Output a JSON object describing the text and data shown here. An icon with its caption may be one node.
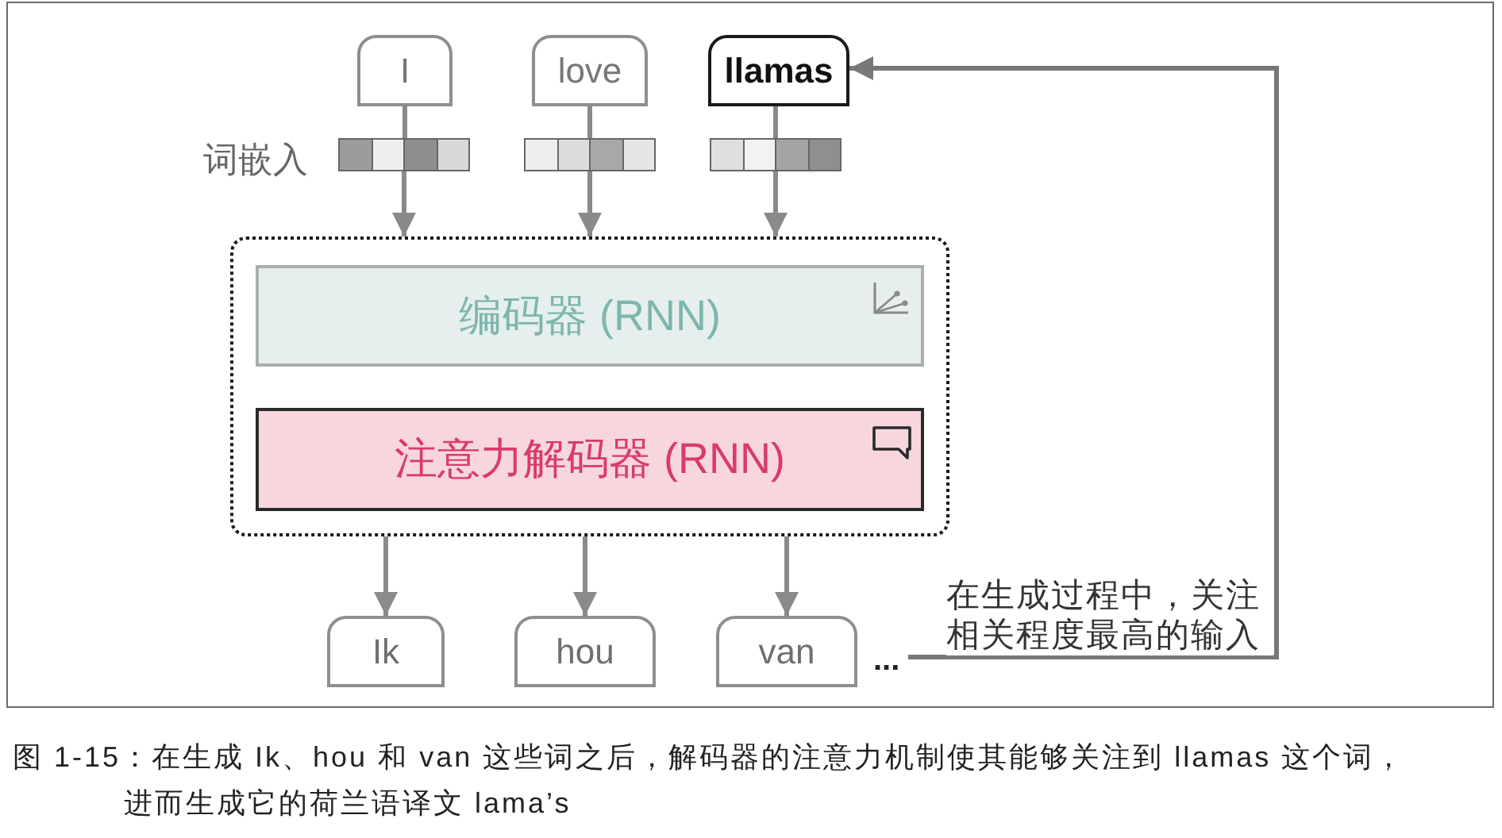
{
  "diagram": {
    "caption": "图 1-15：在生成 Ik、hou 和 van 这些词之后，解码器的注意力机制使其能够关注到 llamas 这个词，进而生成它的荷兰语译文 lama’s",
    "nodes": [
      {
        "text": [
          "I"
        ]
      },
      {
        "text": [
          "love"
        ]
      },
      {
        "text": [
          "llamas"
        ]
      },
      {
        "text": [],
        "shape": "bar"
      },
      {
        "text": [],
        "shape": "bar"
      },
      {
        "text": [],
        "shape": "bar"
      },
      {
        "text": [],
        "shape": "box"
      },
      {
        "text": [
          "编码器 (RNN)"
        ],
        "in": 6
      },
      {
        "text": [
          "注意力解码器 (RNN)"
        ],
        "in": 6
      },
      {
        "text": [
          "Ik"
        ]
      },
      {
        "text": [
          "hou"
        ]
      },
      {
        "text": [
          "van"
        ]
      },
      {
        "text": [
          "..."
        ]
      }
    ],
    "edges": [
      {
        "from": 0,
        "to": 3,
        "arrow": "none"
      },
      {
        "from": 1,
        "to": 4,
        "arrow": "none"
      },
      {
        "from": 2,
        "to": 5,
        "arrow": "none"
      },
      {
        "from": 3,
        "to": 6,
        "arrow": "to"
      },
      {
        "from": 4,
        "to": 6,
        "arrow": "to"
      },
      {
        "from": 5,
        "to": 6,
        "arrow": "to"
      },
      {
        "from": 6,
        "to": 9,
        "arrow": "to"
      },
      {
        "from": 6,
        "to": 10,
        "arrow": "to"
      },
      {
        "from": 6,
        "to": 11,
        "arrow": "to"
      },
      {
        "from": 12,
        "to": 2,
        "arrow": "to",
        "label": "在生成过程中，关注相关程度最高的输入"
      }
    ],
    "labels": [
      "词嵌入"
    ]
  }
}
